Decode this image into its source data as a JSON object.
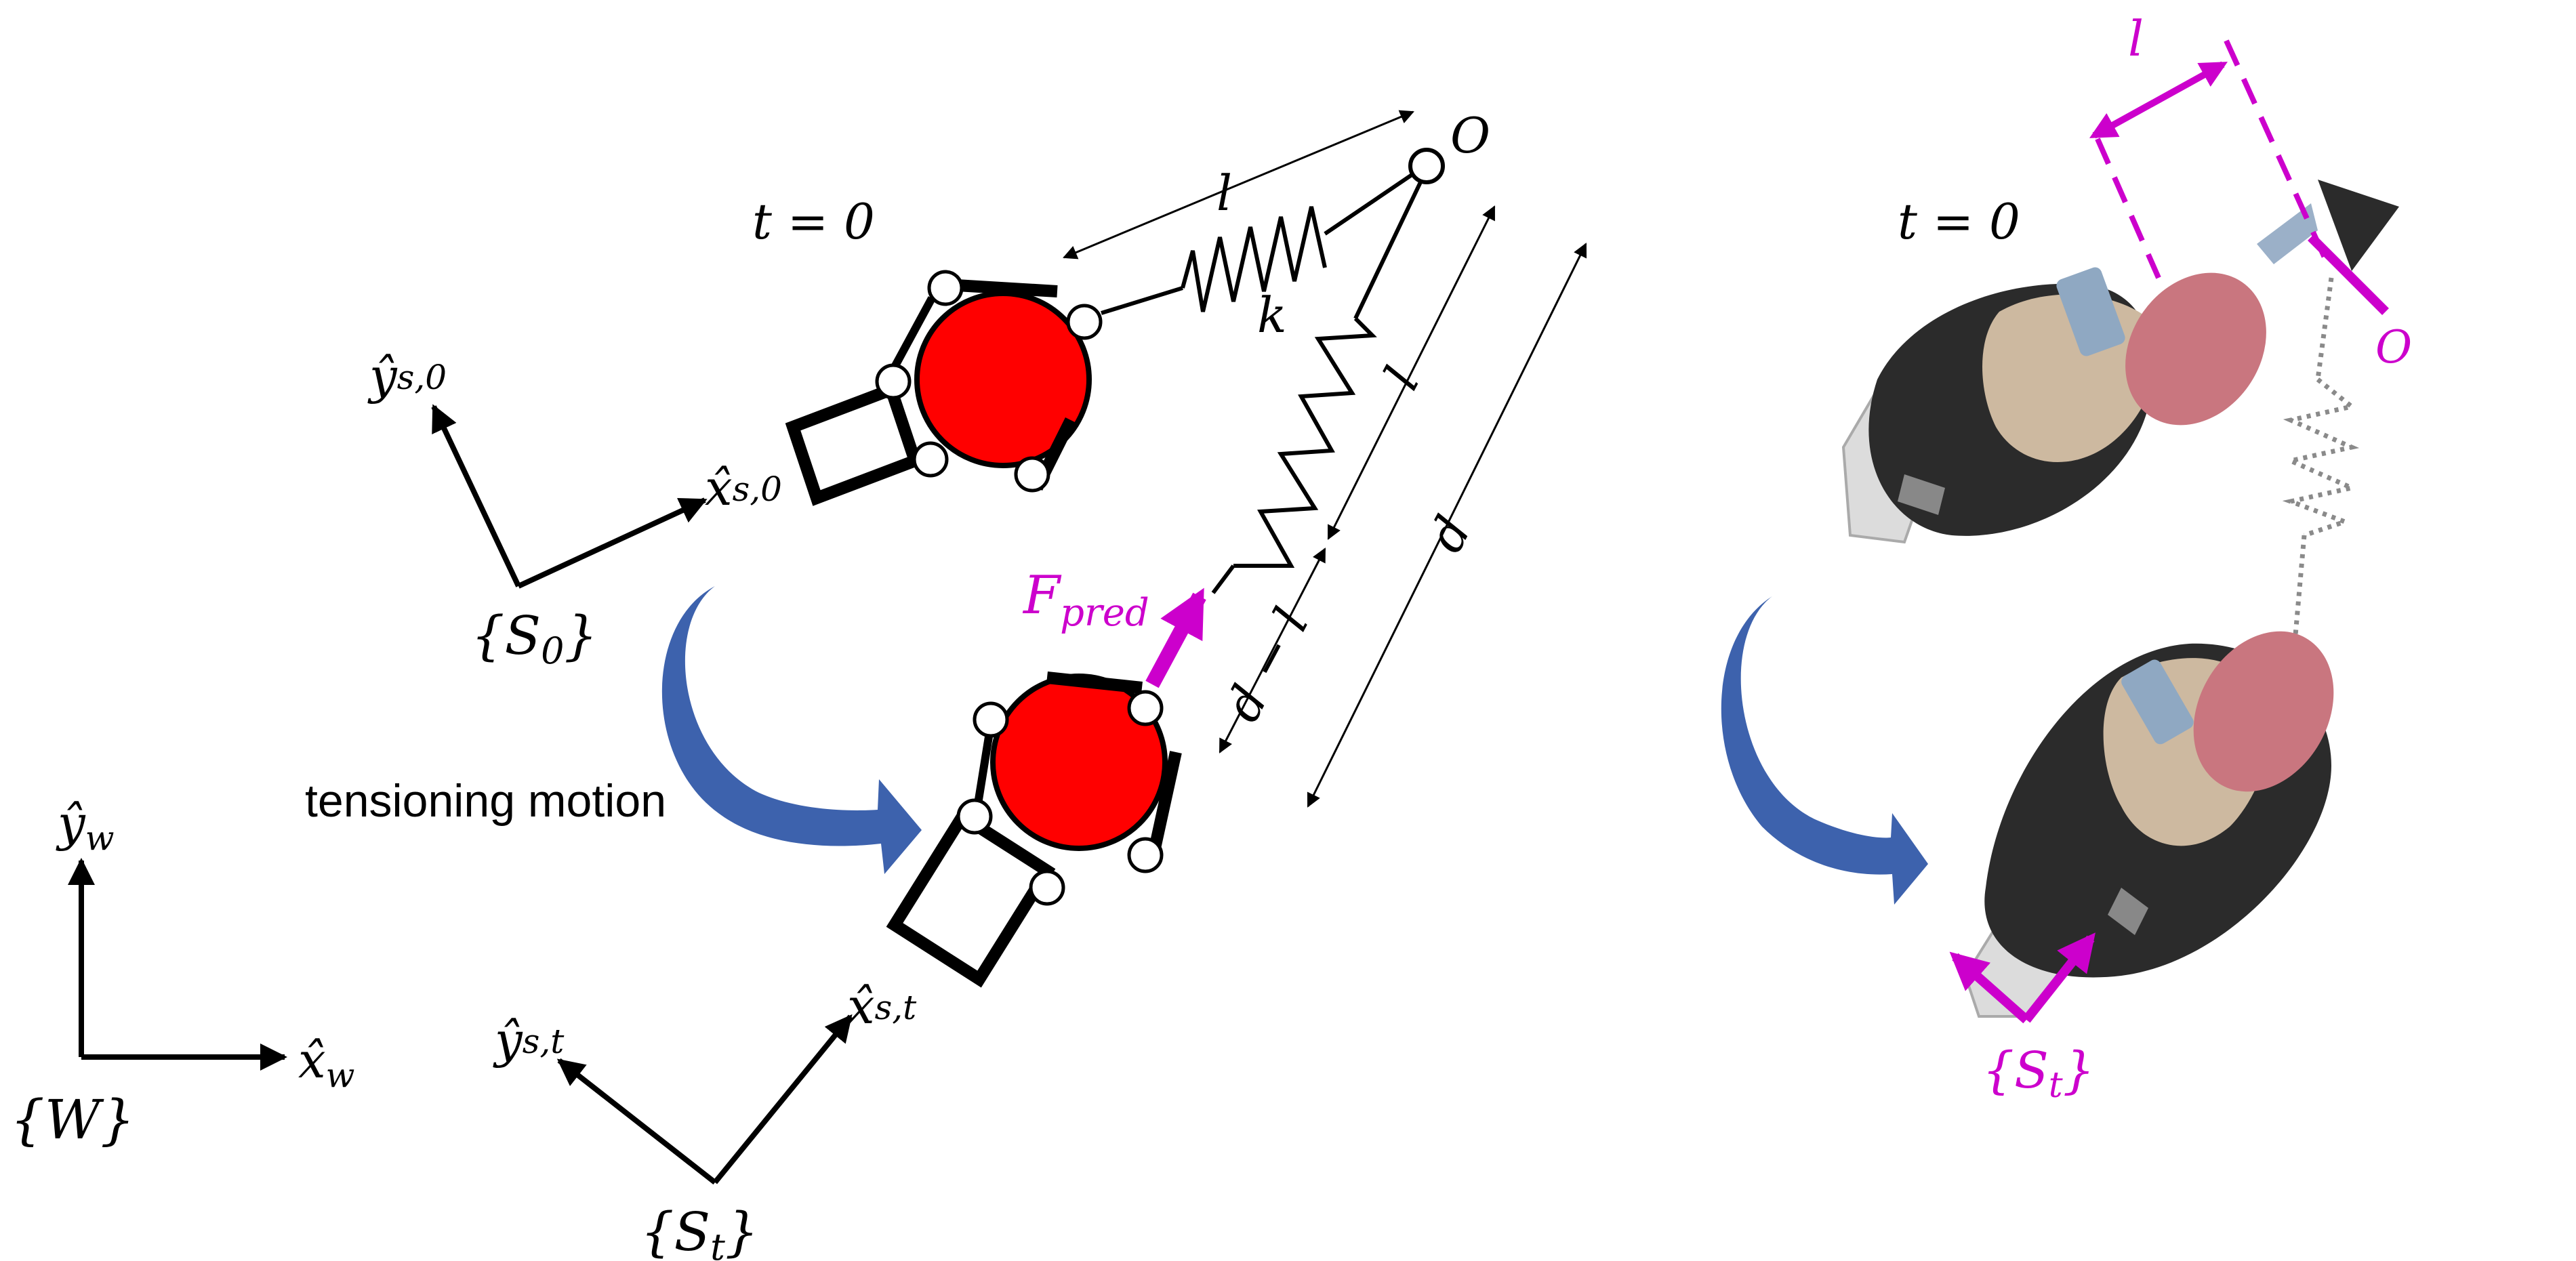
{
  "colors": {
    "black": "#000000",
    "red": "#ff0000",
    "magenta": "#cc00cc",
    "blue_arrow": "#3d62ad",
    "photo_gray": "#2b2b2b",
    "photo_pink": "#c9767f",
    "photo_silver": "#dcdcdc",
    "photo_tan": "#cdb9a0"
  },
  "icons": {
    "curved_arrow": "curved-motion-arrow-icon",
    "gripper": "gripper-icon",
    "fixed_point": "anchor-point-icon"
  },
  "labels": {
    "t0_left": "t = 0",
    "t0_right": "t = 0",
    "l_top": "l",
    "l_right": "l",
    "l_photo": "l",
    "k": "k",
    "d": "d",
    "d_minus_l": "d − l",
    "O_left": "O",
    "O_right": "O",
    "F_pred_main": "F",
    "F_pred_sub": "pred",
    "tensioning": "tensioning motion",
    "S0": "{S",
    "S0_sub": "0",
    "S0_close": "}",
    "St": "{S",
    "St_sub": "t",
    "St_close": "}",
    "St_photo": "{S",
    "St_photo_sub": "t",
    "St_photo_close": "}",
    "W": "{W}",
    "ys0_main": "ŷ",
    "ys0_sub": "s,0",
    "xs0_main": "x̂",
    "xs0_sub": "s,0",
    "yst_main": "ŷ",
    "yst_sub": "s,t",
    "xst_main": "x̂",
    "xst_sub": "s,t",
    "yw_main": "ŷ",
    "yw_sub": "w",
    "xw_main": "x̂",
    "xw_sub": "w"
  }
}
